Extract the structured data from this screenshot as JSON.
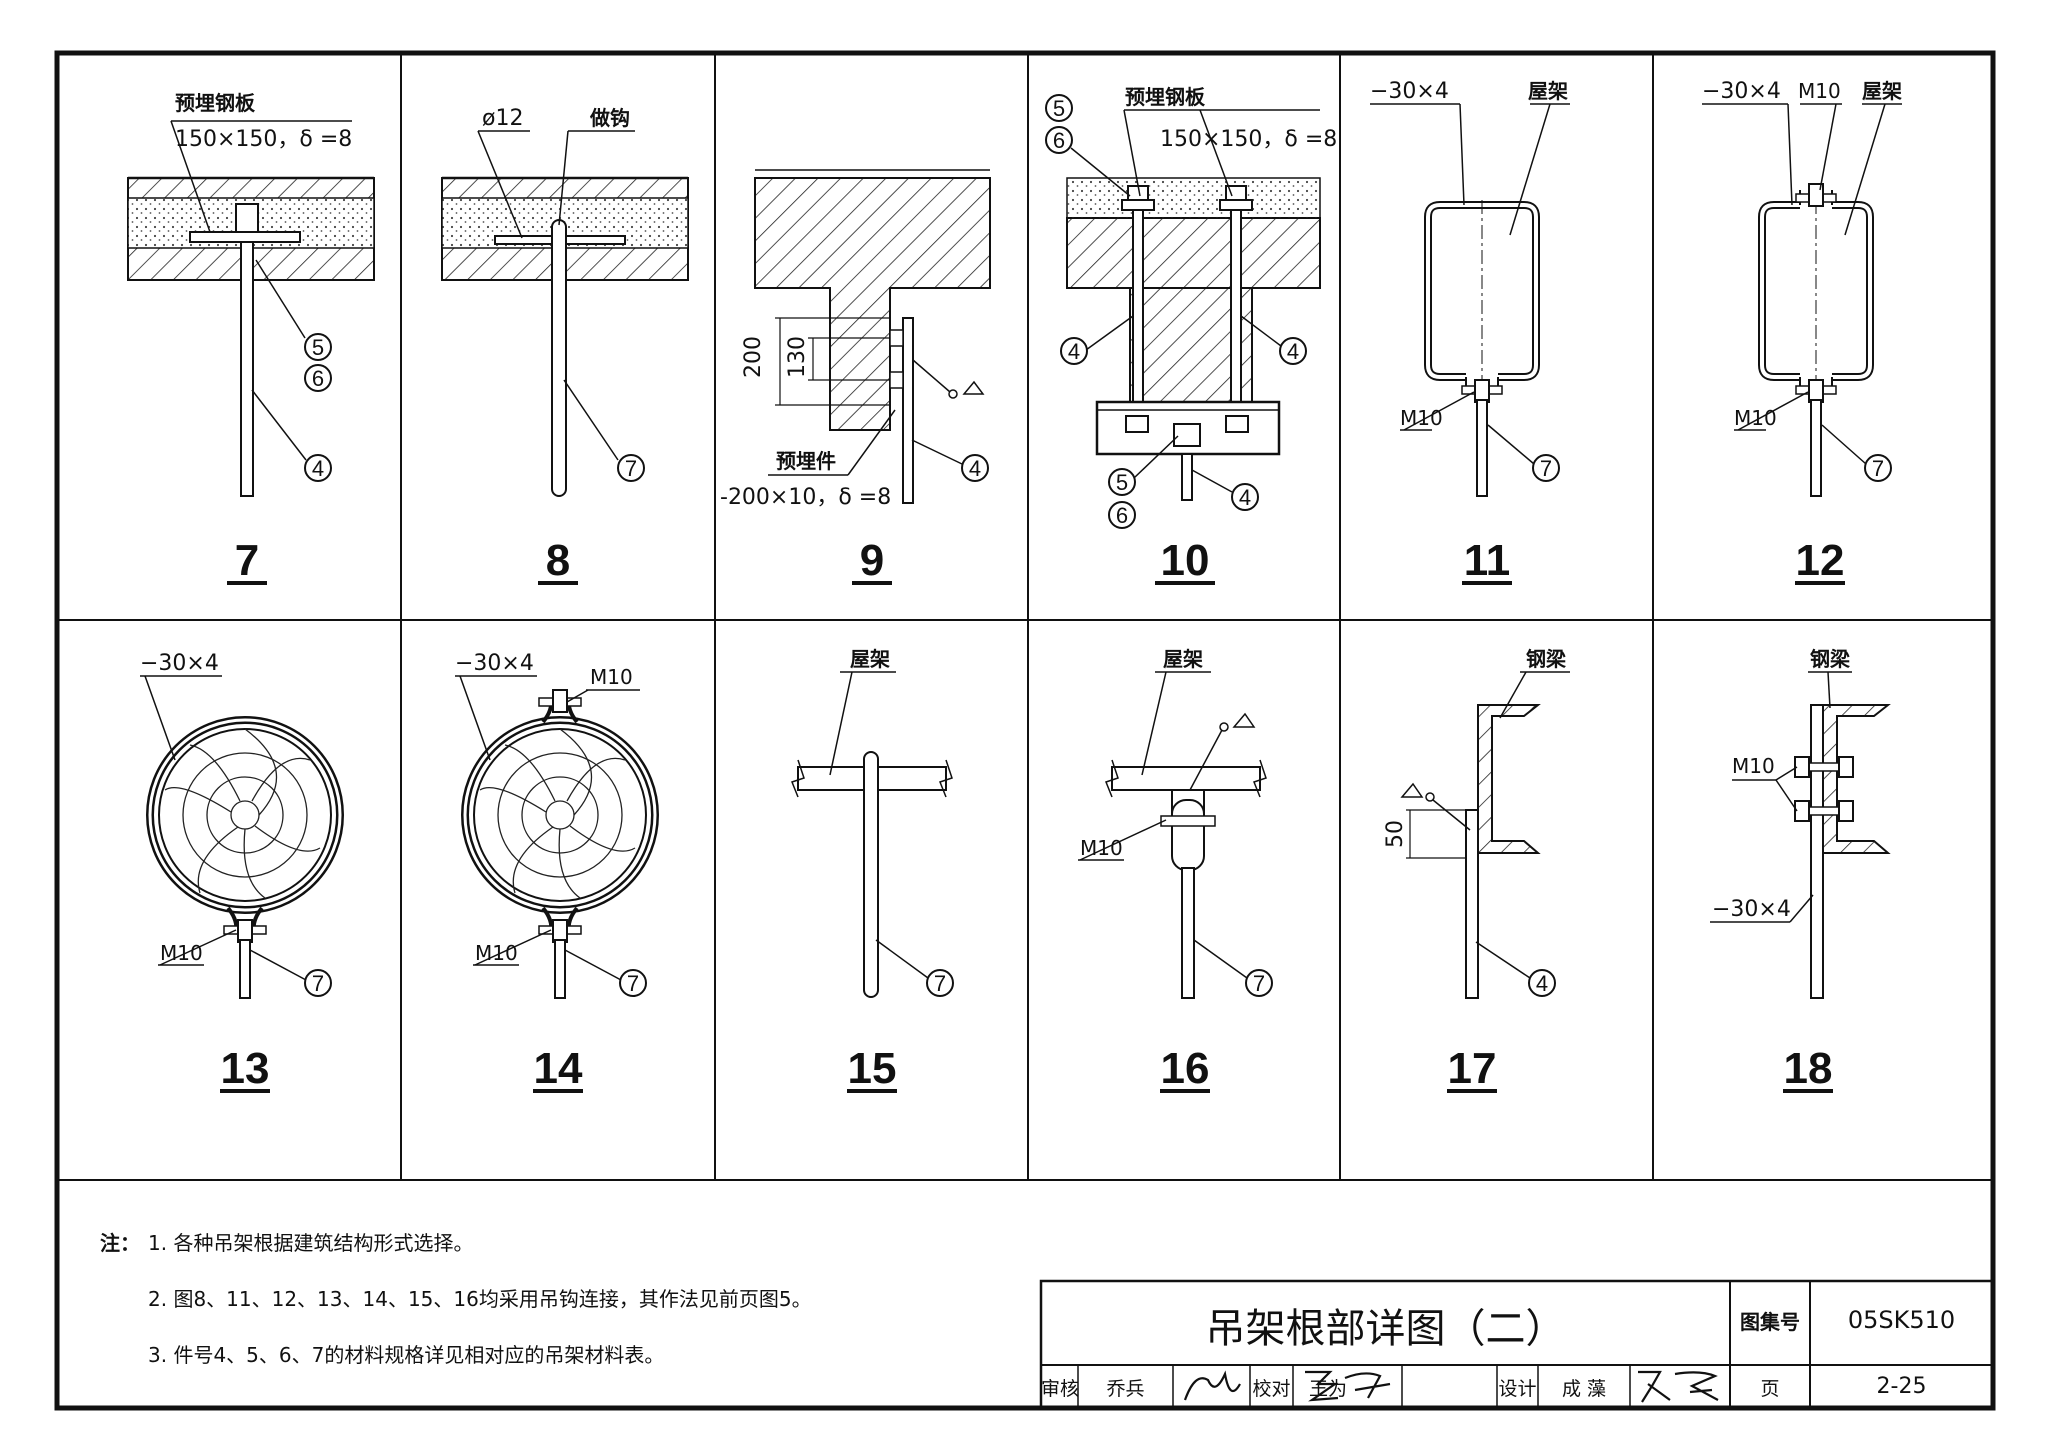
{
  "panels": [
    {
      "number": "7",
      "labels": {
        "plate_title": "预埋钢板",
        "plate_spec": "150×150，δ =8",
        "c5": "5",
        "c6": "6",
        "c4": "4"
      }
    },
    {
      "number": "8",
      "labels": {
        "dia": "ø12",
        "hook": "做钩",
        "c7": "7"
      }
    },
    {
      "number": "9",
      "labels": {
        "dim200": "200",
        "dim130": "130",
        "embed_title": "预埋件",
        "embed_spec": "-200×10，δ =8",
        "c4": "4"
      }
    },
    {
      "number": "10",
      "labels": {
        "plate_title": "预埋钢板",
        "plate_spec": "150×150，δ =8",
        "c5a": "5",
        "c6a": "6",
        "c4l": "4",
        "c4r": "4",
        "c5b": "5",
        "c6b": "6",
        "c4b": "4"
      }
    },
    {
      "number": "11",
      "labels": {
        "flat": "−30×4",
        "truss": "屋架",
        "bolt": "M10",
        "c7": "7"
      }
    },
    {
      "number": "12",
      "labels": {
        "flat": "−30×4",
        "bolt_top": "M10",
        "truss": "屋架",
        "bolt": "M10",
        "c7": "7"
      }
    },
    {
      "number": "13",
      "labels": {
        "flat": "−30×4",
        "bolt": "M10",
        "c7": "7"
      }
    },
    {
      "number": "14",
      "labels": {
        "flat": "−30×4",
        "bolt_top": "M10",
        "bolt": "M10",
        "c7": "7"
      }
    },
    {
      "number": "15",
      "labels": {
        "truss": "屋架",
        "c7": "7"
      }
    },
    {
      "number": "16",
      "labels": {
        "truss": "屋架",
        "bolt": "M10",
        "c7": "7"
      }
    },
    {
      "number": "17",
      "labels": {
        "beam": "钢梁",
        "dim50": "50",
        "c4": "4"
      }
    },
    {
      "number": "18",
      "labels": {
        "beam": "钢梁",
        "bolt": "M10",
        "flat": "−30×4"
      }
    }
  ],
  "notes": {
    "prefix": "注：",
    "n1": "1. 各种吊架根据建筑结构形式选择。",
    "n2": "2. 图8、11、12、13、14、15、16均采用吊钩连接，其作法见前页图5。",
    "n3": "3. 件号4、5、6、7的材料规格详见相对应的吊架材料表。"
  },
  "title_block": {
    "title": "吊架根部详图（二）",
    "atlas_label": "图集号",
    "atlas_no": "05SK510",
    "review_label": "审核",
    "reviewer": "乔兵",
    "check_label": "校对",
    "checker": "王为",
    "design_label": "设计",
    "designer": "成 藻",
    "page_label": "页",
    "page_no": "2-25"
  }
}
